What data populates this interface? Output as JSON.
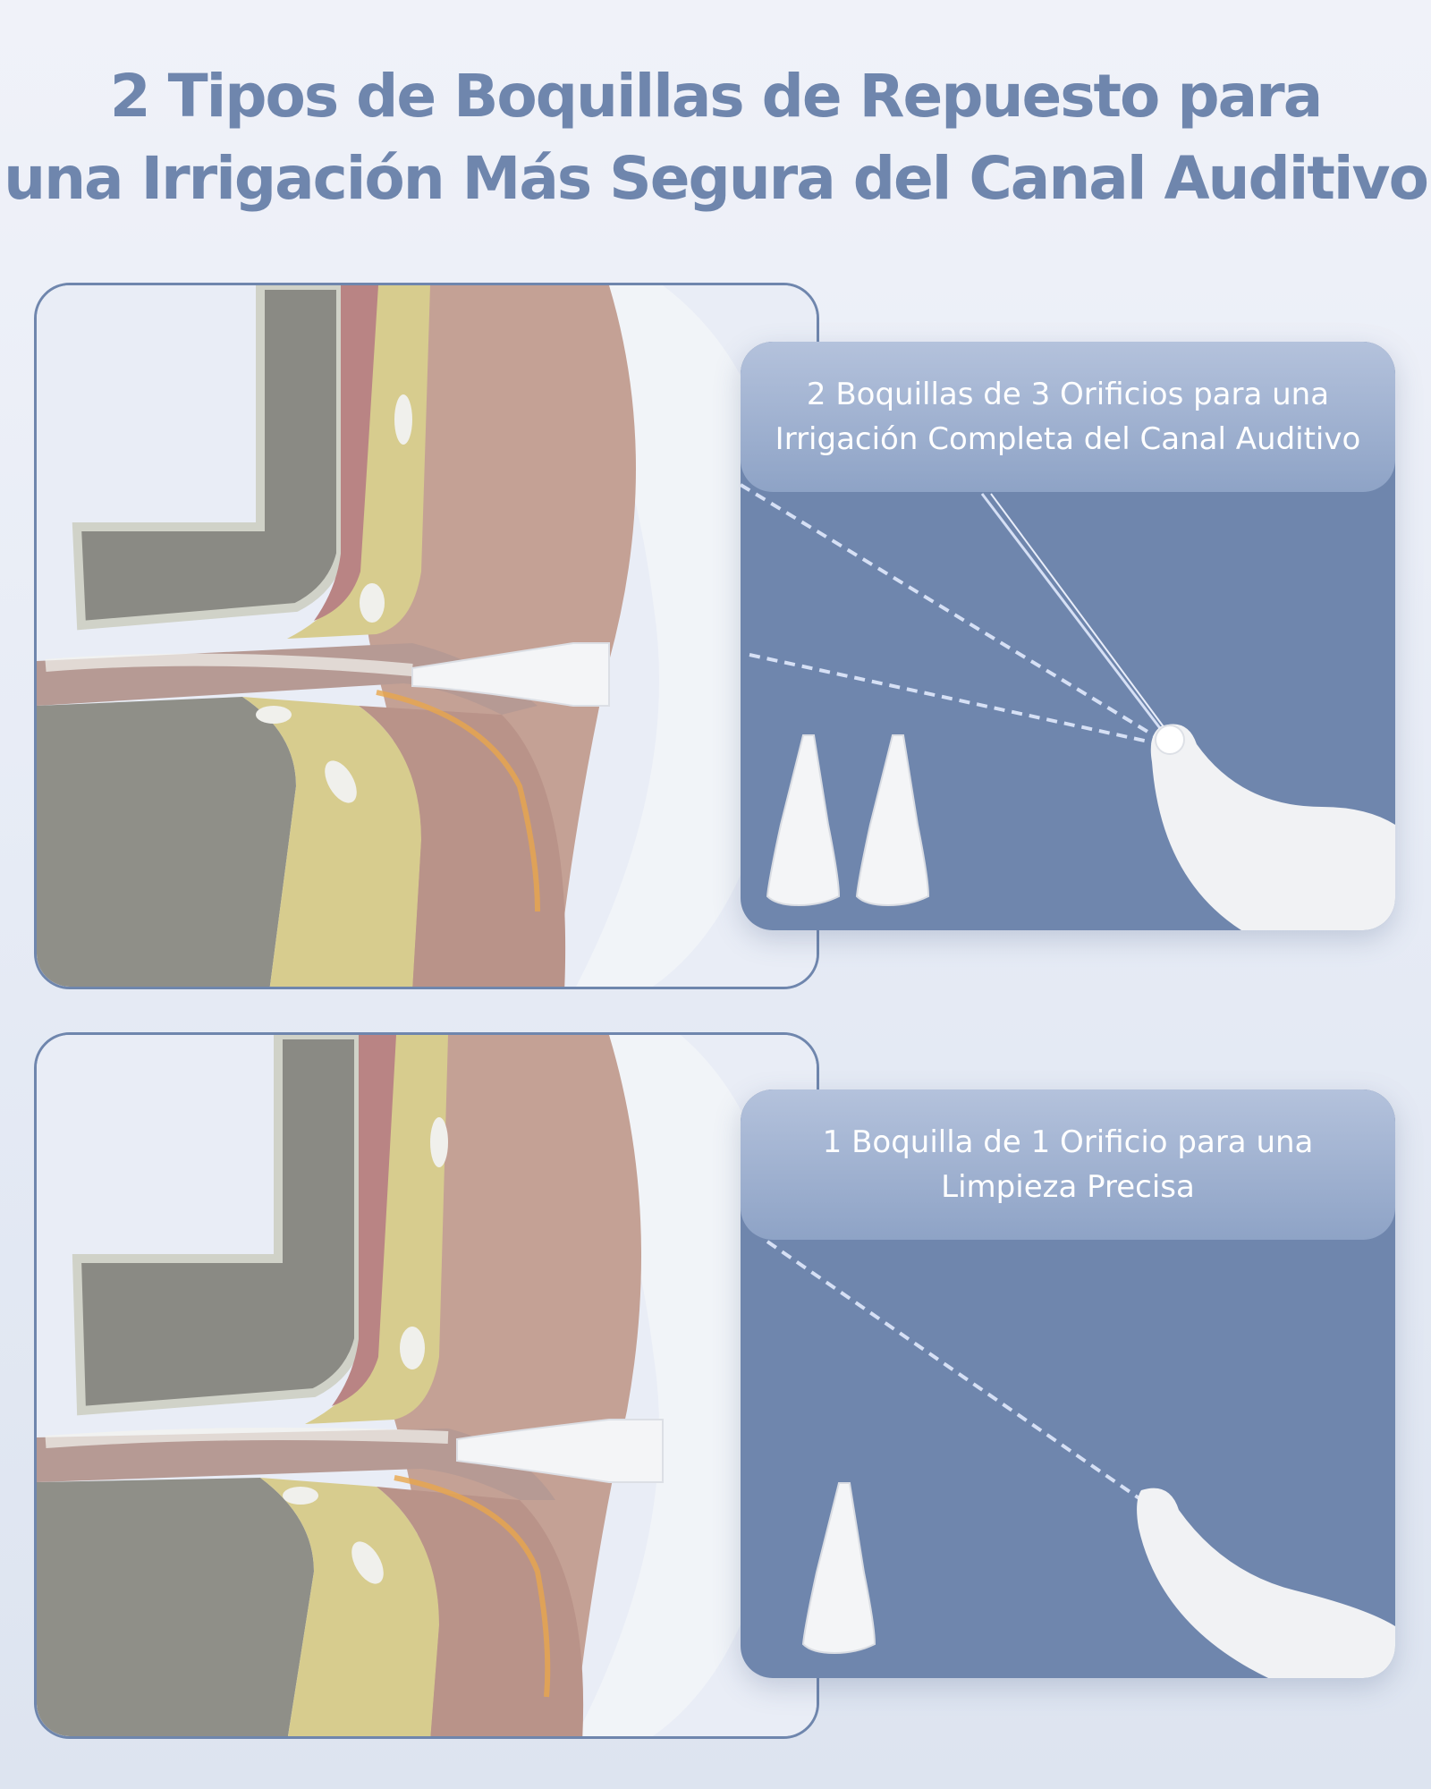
{
  "title": {
    "line1": "2 Tipos de Boquillas de Repuesto para",
    "line2": "una Irrigación Más Segura del Canal Auditivo"
  },
  "cards": [
    {
      "line1": "2 Boquillas de 3 Orificios para una",
      "line2": "Irrigación Completa del Canal Auditivo"
    },
    {
      "line1": "1 Boquilla de 1 Orificio para una",
      "line2": "Limpieza Precisa"
    }
  ],
  "colors": {
    "title": "#6f86ad",
    "card_bg": "#6f86ad",
    "frame_border": "#6f86ad"
  }
}
